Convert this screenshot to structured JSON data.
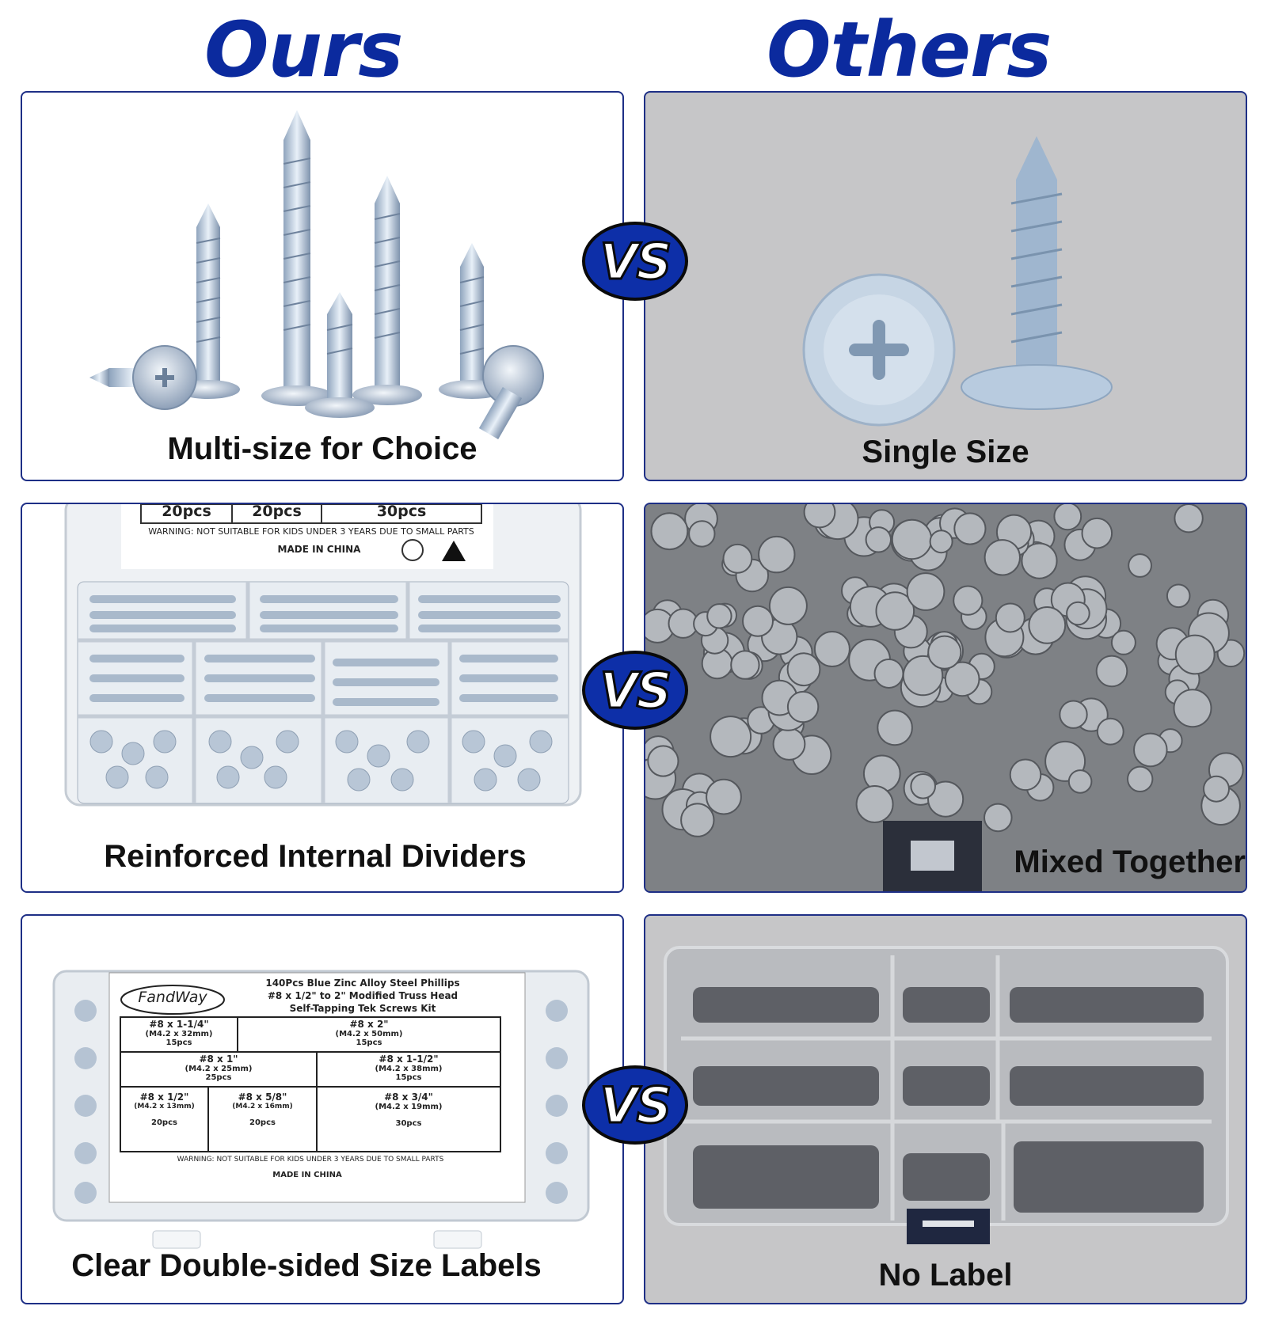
{
  "header": {
    "ours": "Ours",
    "others": "Others"
  },
  "vs_label": "VS",
  "rows": [
    {
      "ours_caption": "Multi-size for Choice",
      "others_caption": "Single Size"
    },
    {
      "ours_caption": "Reinforced Internal Dividers",
      "others_caption": "Mixed Together"
    },
    {
      "ours_caption": "Clear Double-sided Size Labels",
      "others_caption": "No Label"
    }
  ],
  "row2_label": {
    "counts": [
      "20pcs",
      "20pcs",
      "30pcs"
    ],
    "warning": "WARNING: NOT SUITABLE FOR KIDS UNDER 3 YEARS DUE TO SMALL PARTS",
    "made_in": "MADE IN CHINA"
  },
  "kit_label": {
    "brand": "FandWay",
    "title_line1": "140Pcs Blue Zinc Alloy Steel Phillips",
    "title_line2": "#8 x 1/2\" to 2\" Modified Truss Head",
    "title_line3": "Self-Tapping Tek Screws Kit",
    "cells": [
      {
        "size": "#8 x 1-1/4\"",
        "metric": "(M4.2 x 32mm)",
        "qty": "15pcs"
      },
      {
        "size": "#8 x 2\"",
        "metric": "(M4.2 x 50mm)",
        "qty": "15pcs"
      },
      {
        "size": "#8 x 1\"",
        "metric": "(M4.2 x 25mm)",
        "qty": "25pcs"
      },
      {
        "size": "#8 x 1-1/2\"",
        "metric": "(M4.2 x 38mm)",
        "qty": "15pcs"
      },
      {
        "size": "#8 x 1/2\"",
        "metric": "(M4.2 x 13mm)",
        "qty": "20pcs"
      },
      {
        "size": "#8 x 5/8\"",
        "metric": "(M4.2 x 16mm)",
        "qty": "20pcs"
      },
      {
        "size": "#8 x 3/4\"",
        "metric": "(M4.2 x 19mm)",
        "qty": "30pcs"
      }
    ],
    "warning": "WARNING: NOT SUITABLE FOR KIDS UNDER 3 YEARS DUE TO SMALL PARTS",
    "made_in": "MADE IN CHINA"
  },
  "colors": {
    "heading": "#0b2a9e",
    "panel_border": "#1e2f86",
    "vs_badge": "#0d2fa8",
    "others_bg": "#c6c6c8"
  }
}
